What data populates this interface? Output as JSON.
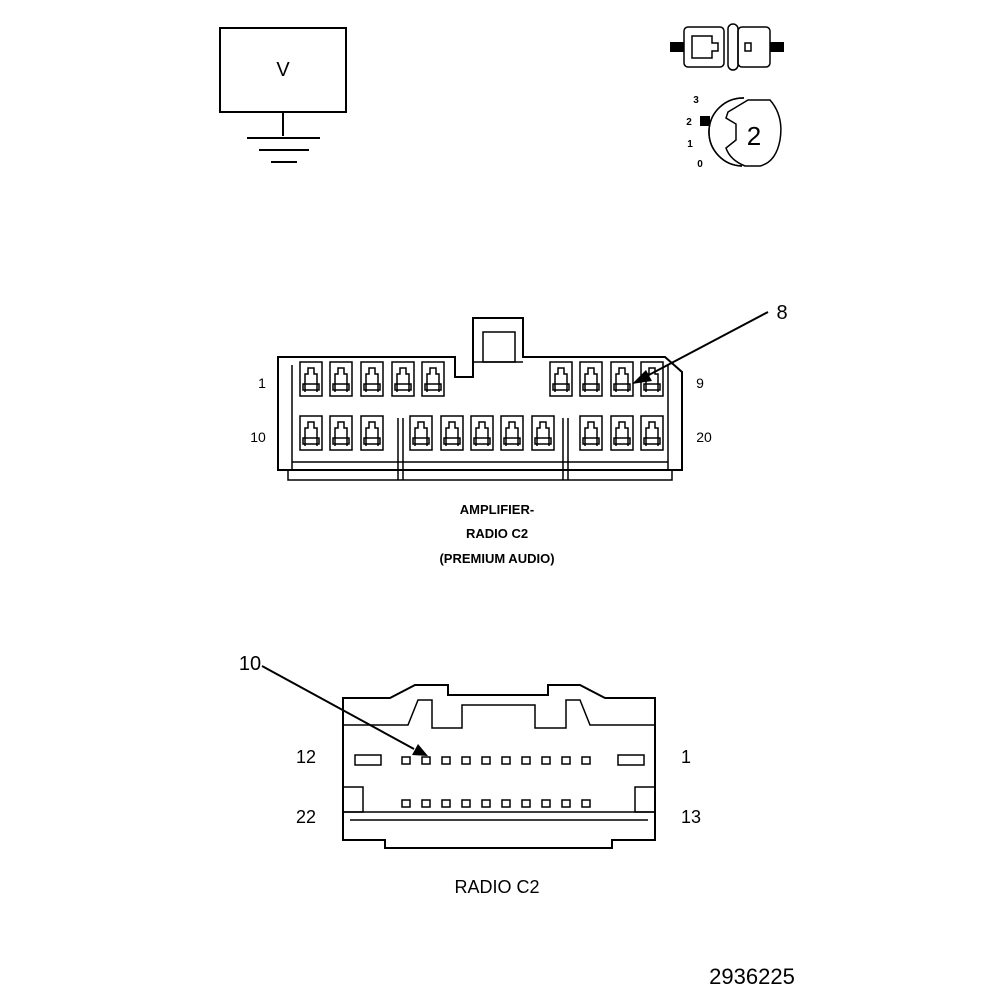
{
  "voltmeter": {
    "symbol": "V"
  },
  "ignition_switch": {
    "positions": [
      "3",
      "2",
      "1",
      "0"
    ],
    "key_number": "2"
  },
  "amplifier_connector": {
    "callout": "8",
    "row1_left_pin": "1",
    "row1_right_pin": "9",
    "row2_left_pin": "10",
    "row2_right_pin": "20",
    "caption_line1": "AMPLIFIER-",
    "caption_line2": "RADIO C2",
    "caption_line3": "(PREMIUM AUDIO)"
  },
  "radio_connector": {
    "callout": "10",
    "top_left_pin": "12",
    "top_right_pin": "1",
    "bottom_left_pin": "22",
    "bottom_right_pin": "13",
    "caption": "RADIO C2"
  },
  "figure_number": "2936225"
}
